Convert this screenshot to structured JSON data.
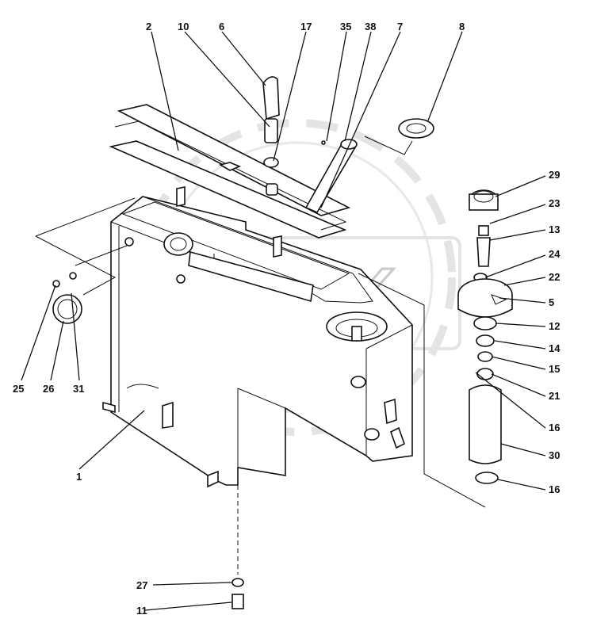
{
  "watermark": {
    "text": "OPEX"
  },
  "labels": {
    "l2": "2",
    "l10": "10",
    "l6": "6",
    "l17": "17",
    "l35": "35",
    "l38": "38",
    "l7": "7",
    "l8": "8",
    "l29": "29",
    "l23": "23",
    "l13": "13",
    "l24": "24",
    "l22": "22",
    "l5": "5",
    "l12": "12",
    "l14": "14",
    "l15": "15",
    "l21": "21",
    "l16a": "16",
    "l30": "30",
    "l16b": "16",
    "l25": "25",
    "l26": "26",
    "l31": "31",
    "l1": "1",
    "l27": "27",
    "l11": "11"
  }
}
